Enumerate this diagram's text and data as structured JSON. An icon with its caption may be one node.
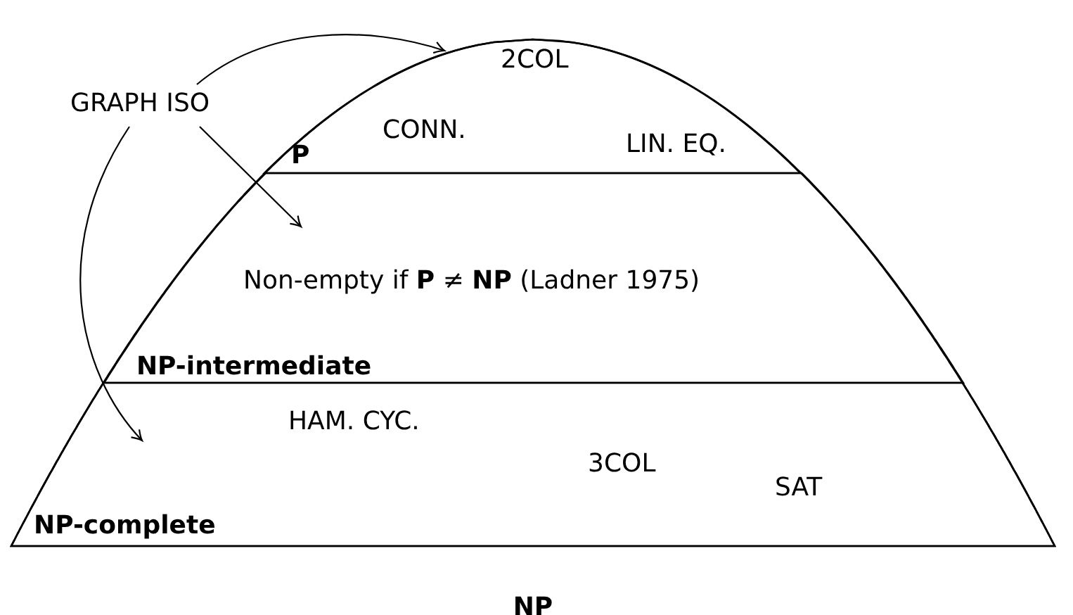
{
  "diagram": {
    "nodes": [
      {
        "text": [
          "NP"
        ]
      },
      {
        "text": [
          "P"
        ],
        "in": 0
      },
      {
        "text": [
          "NP-intermediate"
        ],
        "in": 0
      },
      {
        "text": [
          "NP-complete"
        ],
        "in": 0
      },
      {
        "text": [
          "GRAPH ISO"
        ]
      }
    ],
    "edges": [
      {
        "from": 4,
        "to": 1,
        "arrow": "to"
      },
      {
        "from": 4,
        "to": 2,
        "arrow": "to"
      },
      {
        "from": 4,
        "to": 3,
        "arrow": "to"
      }
    ],
    "labels": [
      "2COL",
      "CONN.",
      "LIN. EQ.",
      "Non-empty if **P** ≠ **NP** (Ladner 1975)",
      "HAM. CYC.",
      "3COL",
      "SAT"
    ]
  }
}
